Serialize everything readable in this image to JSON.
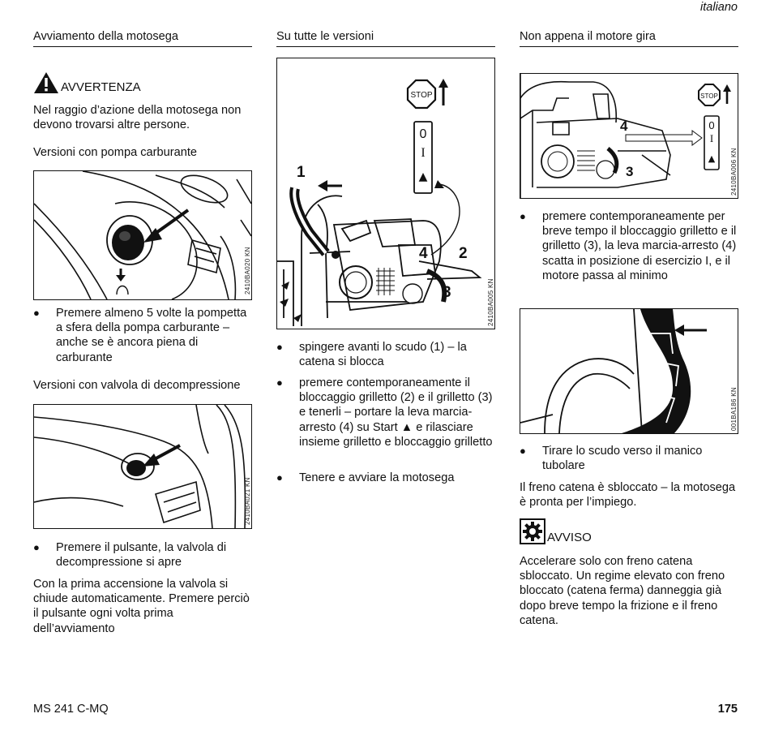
{
  "header": {
    "language": "italiano"
  },
  "col1": {
    "title": "Avviamento della motosega",
    "warning_label": "AVVERTENZA",
    "warning_text": "Nel raggio d’azione della motosega non devono trovarsi altre persone.",
    "pump_heading": "Versioni con pompa carburante",
    "fig1_code": "2410BA020 KN",
    "pump_bullet": "Premere almeno 5 volte la pompetta a sfera della pompa carburante – anche se è ancora piena di carburante",
    "valve_heading": "Versioni con valvola di decompressione",
    "fig2_code": "2410BA021 KN",
    "valve_bullet": "Premere il pulsante, la valvola di decompressione si apre",
    "valve_note": "Con la prima accensione la valvola si chiude automaticamente. Premere perciò il pulsante ogni volta prima dell’avviamento"
  },
  "col2": {
    "title": "Su tutte le versioni",
    "fig_code": "2410BA005 KN",
    "stop_label": "STOP",
    "switch_labels": [
      "0",
      "I",
      "▲"
    ],
    "callouts": [
      "1",
      "2",
      "3",
      "4"
    ],
    "bullets": [
      "spingere avanti lo scudo (1) – la catena si blocca",
      "premere contemporaneamente il bloccaggio grilletto (2) e il grilletto (3) e tenerli – portare la leva marcia-arresto (4) su Start ▲ e rilasciare insieme grilletto e bloccaggio grilletto",
      "Tenere e avviare la motosega"
    ]
  },
  "col3": {
    "title": "Non appena il motore gira",
    "fig1_code": "2410BA006 KN",
    "stop_label": "STOP",
    "switch_labels": [
      "0",
      "I",
      "▲"
    ],
    "callouts": [
      "4",
      "3"
    ],
    "bullet1": "premere contemporaneamente per breve tempo il bloccaggio grilletto e il grilletto (3), la leva marcia-arresto (4) scatta in posizione di esercizio I, e il motore passa al minimo",
    "fig2_code": "001BA186 KN",
    "bullet2": "Tirare lo scudo verso il manico tubolare",
    "brake_text": "Il freno catena è sbloccato – la motosega è pronta per l’impiego.",
    "notice_label": "AVVISO",
    "notice_text": "Accelerare solo con freno catena sbloccato. Un regime elevato con freno bloccato (catena ferma) danneggia già dopo breve tempo la frizione e il freno catena."
  },
  "footer": {
    "model": "MS 241 C-MQ",
    "page": "175"
  }
}
